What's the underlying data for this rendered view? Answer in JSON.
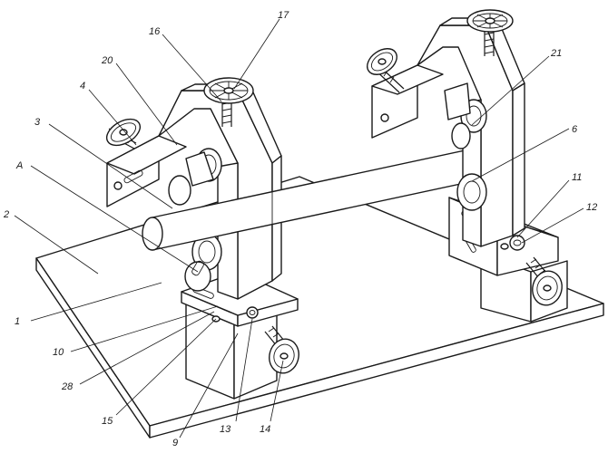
{
  "diagram": {
    "callouts": {
      "c1": "1",
      "c2": "2",
      "c3": "3",
      "c4": "4",
      "cA": "A",
      "c6": "6",
      "c9": "9",
      "c10": "10",
      "c11": "11",
      "c12": "12",
      "c13": "13",
      "c14": "14",
      "c15": "15",
      "c16": "16",
      "c17": "17",
      "c20": "20",
      "c21": "21",
      "c28": "28"
    }
  }
}
